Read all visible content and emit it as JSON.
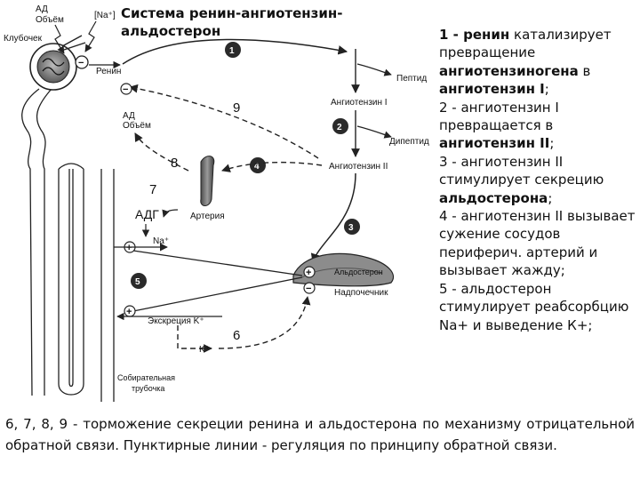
{
  "title": "Система ренин-ангиотензин-альдостерон",
  "side_text": [
    {
      "parts": [
        {
          "b": true,
          "t": "1 - ренин"
        },
        {
          "b": false,
          "t": " катализирует превращение "
        },
        {
          "b": true,
          "t": "ангиотензиногена"
        },
        {
          "b": false,
          "t": " в "
        },
        {
          "b": true,
          "t": "ангиотензин I"
        },
        {
          "b": false,
          "t": ";"
        }
      ]
    },
    {
      "parts": [
        {
          "b": false,
          "t": "2 - ангиотензин I превращается в "
        },
        {
          "b": true,
          "t": "ангиотензин II"
        },
        {
          "b": false,
          "t": ";"
        }
      ]
    },
    {
      "parts": [
        {
          "b": false,
          "t": "3 - ангиотензин II стимулирует секрецию "
        },
        {
          "b": true,
          "t": "альдостерона"
        },
        {
          "b": false,
          "t": ";"
        }
      ]
    },
    {
      "parts": [
        {
          "b": false,
          "t": "4 - ангиотензин II вызывает сужение сосудов периферич. артерий и вызывает жажду;"
        }
      ]
    },
    {
      "parts": [
        {
          "b": false,
          "t": "5 - альдостерон стимулирует реабсорбцию Na+ и выведение К+;"
        }
      ]
    }
  ],
  "footer": "6, 7, 8, 9 - торможение секреции ренина и альдостерона по механизму отрицательной обратной связи. Пунктирные линии - регуляция по принципу обратной связи.",
  "diagram": {
    "labels": {
      "ad_top": "АД",
      "volume_top": "Объём",
      "na_top": "[Na⁺]",
      "glomerulus": "Клубочек",
      "renin": "Ренин",
      "peptide": "Пептид",
      "angiotensin1": "Ангиотензин I",
      "dipeptide": "Дипептид",
      "angiotensin2": "Ангиотензин II",
      "ad_mid": "АД",
      "volume_mid": "Объём",
      "artery": "Артерия",
      "adh": "АДГ",
      "na_plus": "Na⁺",
      "aldosterone": "Альдостерон",
      "adrenal": "Надпочечник",
      "k_excretion": "Экскреция K⁺",
      "k_plus": "K⁺",
      "collecting_duct_1": "Собирательная",
      "collecting_duct_2": "трубочка",
      "plus": "+",
      "minus": "−"
    },
    "steps": [
      "1",
      "2",
      "3",
      "4",
      "5"
    ],
    "feedback_numbers": [
      "6",
      "7",
      "8",
      "9"
    ]
  }
}
